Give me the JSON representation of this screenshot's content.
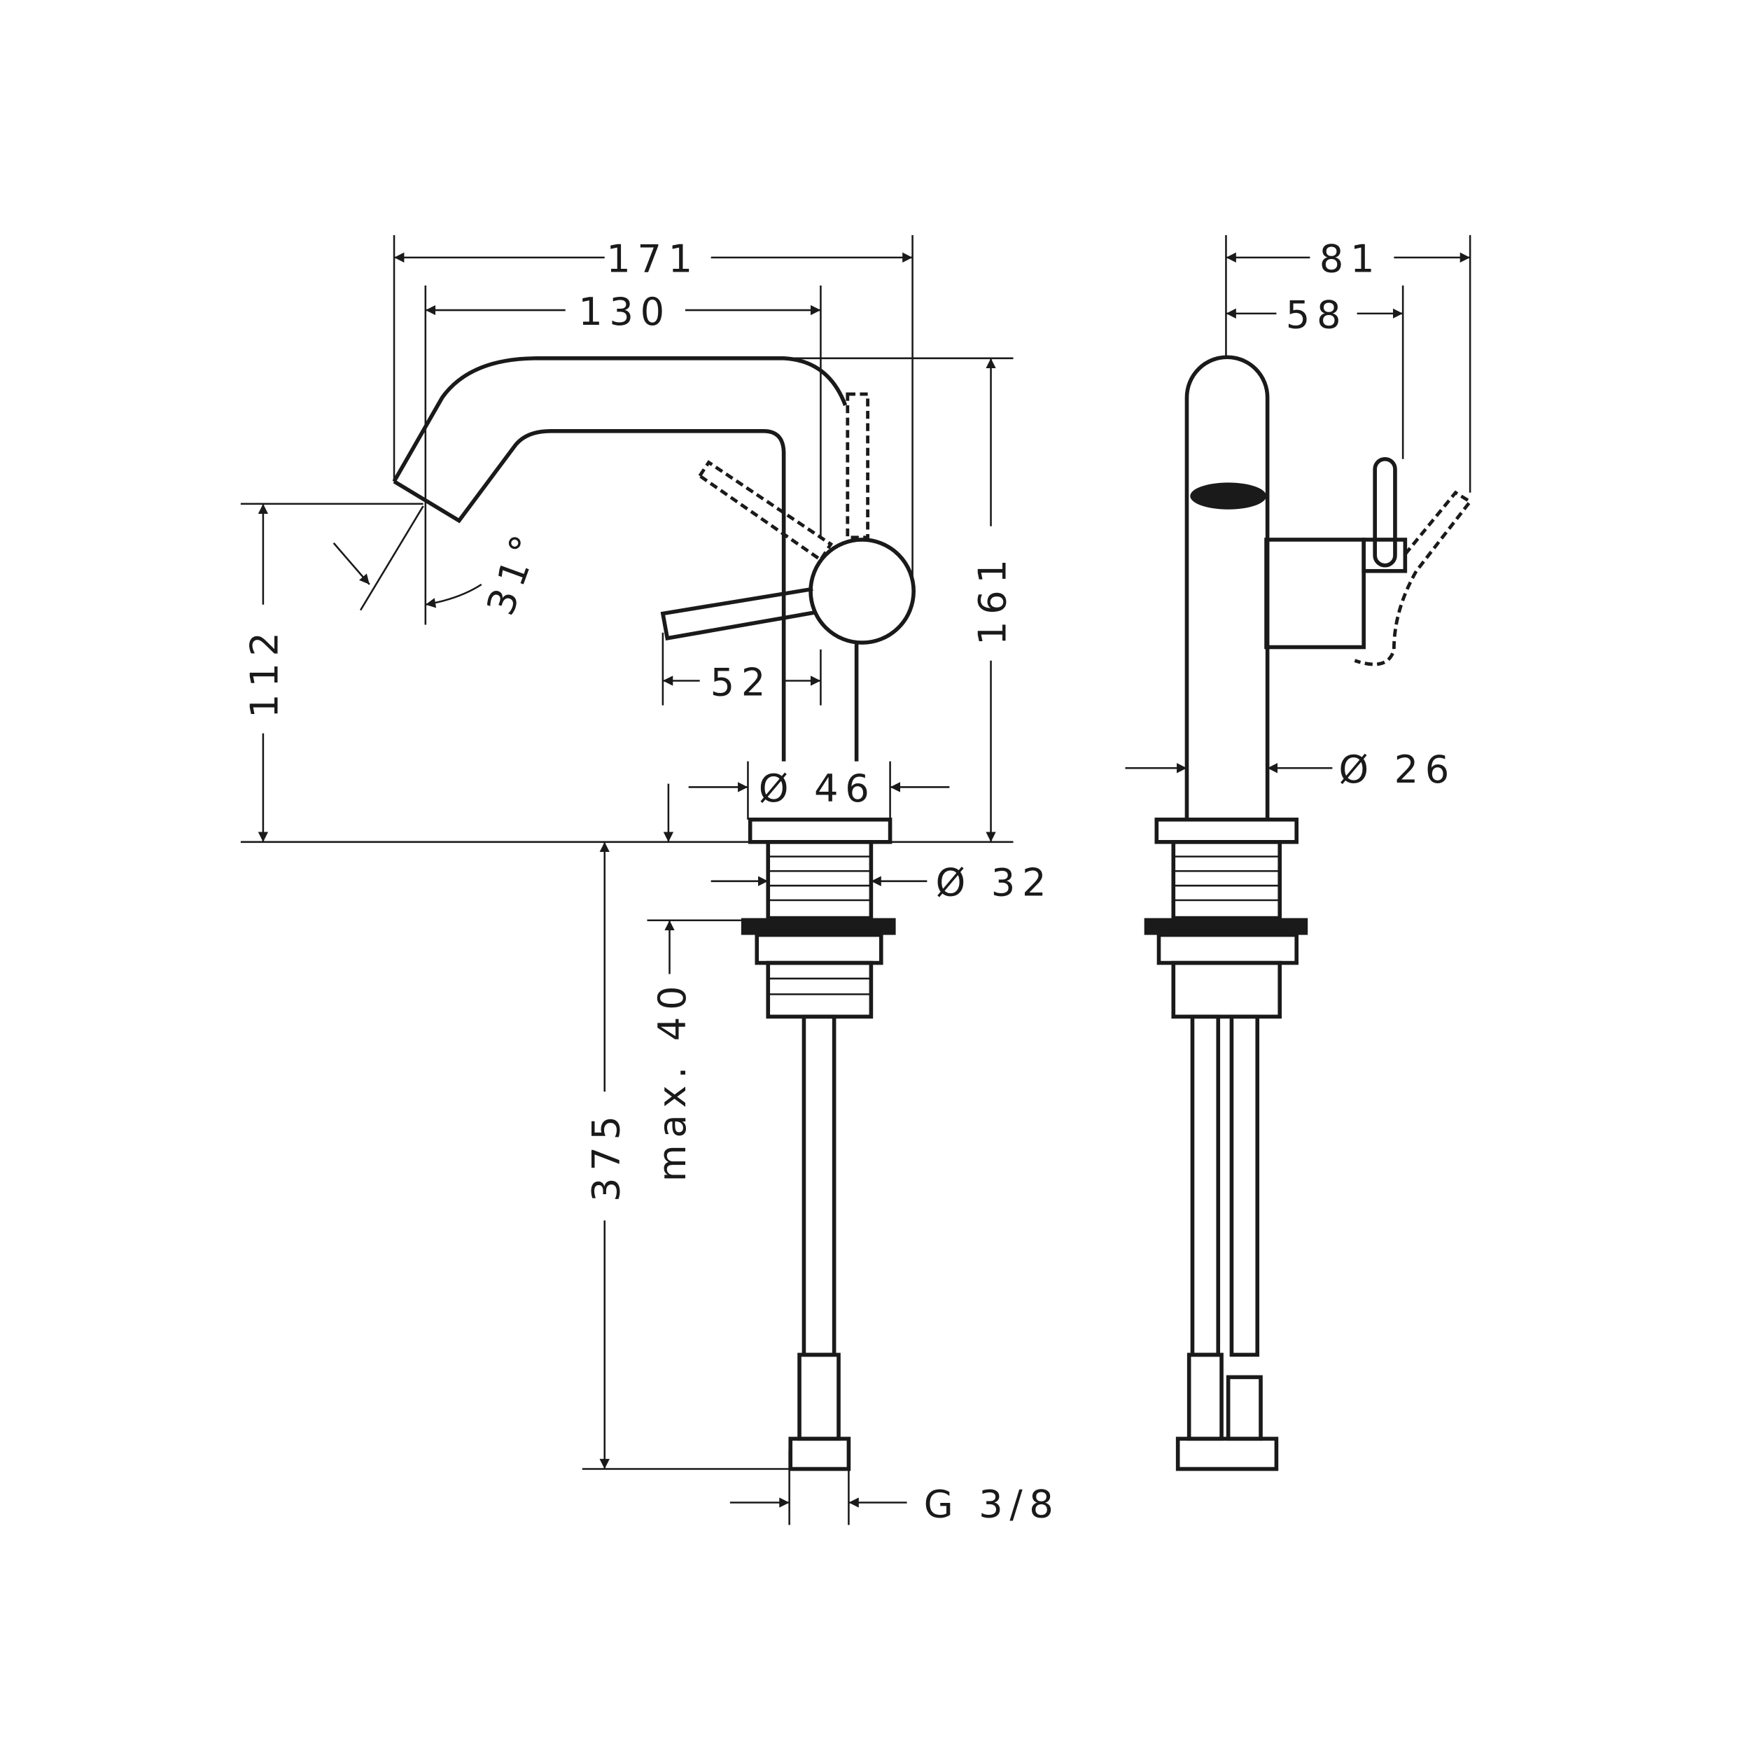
{
  "title": "Basin mixer dimension drawing",
  "dimensions": {
    "overall_projection": "171",
    "spout_reach": "130",
    "spout_angle": "31°",
    "spout_height": "112",
    "total_height": "161",
    "lever_length": "52",
    "base_diameter": "Ø 46",
    "shank_diameter": "Ø 32",
    "max_deck_thickness": "max. 40",
    "hose_length": "375",
    "connection_thread": "G 3/8",
    "side_depth": "81",
    "side_lever_depth": "58",
    "spout_diameter": "Ø 26"
  }
}
